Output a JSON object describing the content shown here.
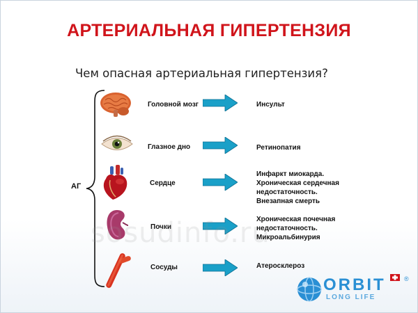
{
  "slide": {
    "title": "АРТЕРИАЛЬНАЯ ГИПЕРТЕНЗИЯ",
    "question": "Чем опасная артериальная гипертензия?",
    "group_label": "АГ",
    "watermark": "sosudinfo.ru",
    "rows": [
      {
        "organ": "Головной мозг",
        "icon": "brain-icon",
        "effects": [
          "Инсульт"
        ]
      },
      {
        "organ": "Глазное дно",
        "icon": "eye-icon",
        "effects": [
          "Ретинопатия"
        ]
      },
      {
        "organ": "Сердце",
        "icon": "heart-icon",
        "effects": [
          "Инфаркт миокарда.",
          "Хроническая сердечная",
          "недостаточность.",
          "Внезапная смерть"
        ]
      },
      {
        "organ": "Почки",
        "icon": "kidney-icon",
        "effects": [
          "Хроническая почечная",
          "недостаточность.",
          "Микроальбинурия"
        ]
      },
      {
        "organ": "Сосуды",
        "icon": "vessel-icon",
        "effects": [
          "Атеросклероз"
        ]
      }
    ]
  },
  "logo": {
    "name": "ORBIT",
    "tagline": "LONG LIFE",
    "mark": "®"
  },
  "colors": {
    "title": "#d0141b",
    "arrow": "#1aa0c8",
    "logo": "#2a8fd4"
  }
}
